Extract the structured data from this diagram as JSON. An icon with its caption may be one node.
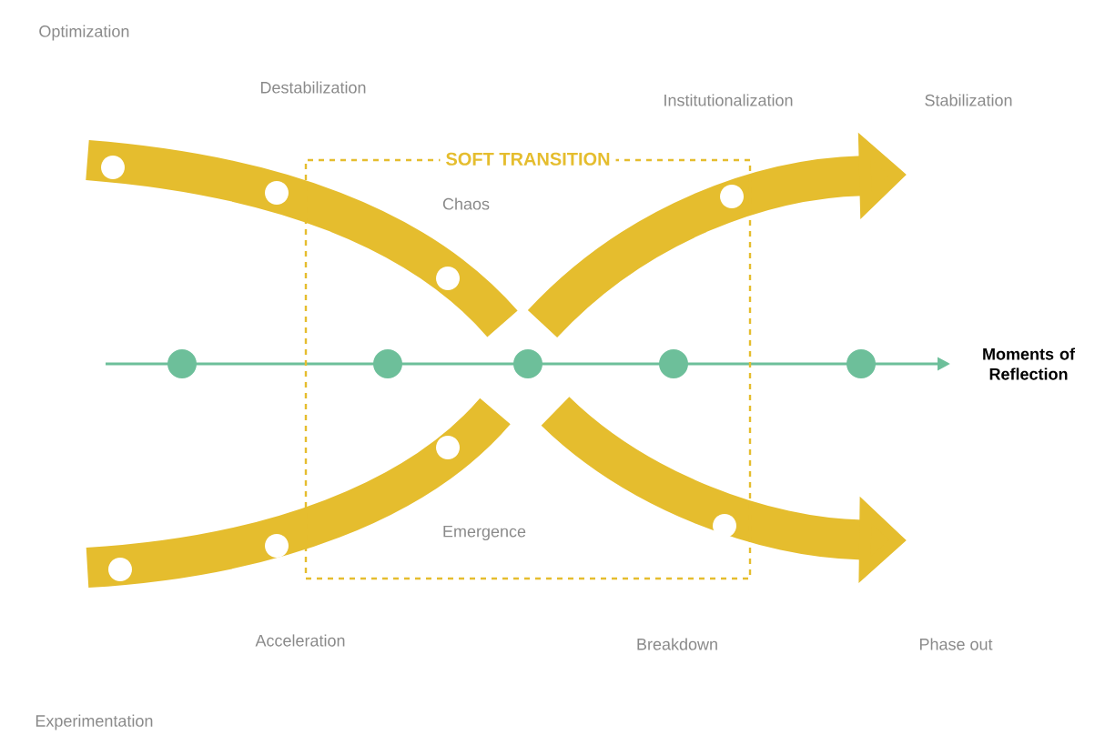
{
  "diagram": {
    "nodes": [
      {
        "text": [
          "SOFT TRANSITION"
        ]
      }
    ],
    "labels": [
      "Optimization",
      "Destabilization",
      "Institutionalization",
      "Stabilization",
      "Chaos",
      "Moments of Reflection",
      "Emergence",
      "Acceleration",
      "Breakdown",
      "Phase out",
      "Experimentation"
    ]
  }
}
